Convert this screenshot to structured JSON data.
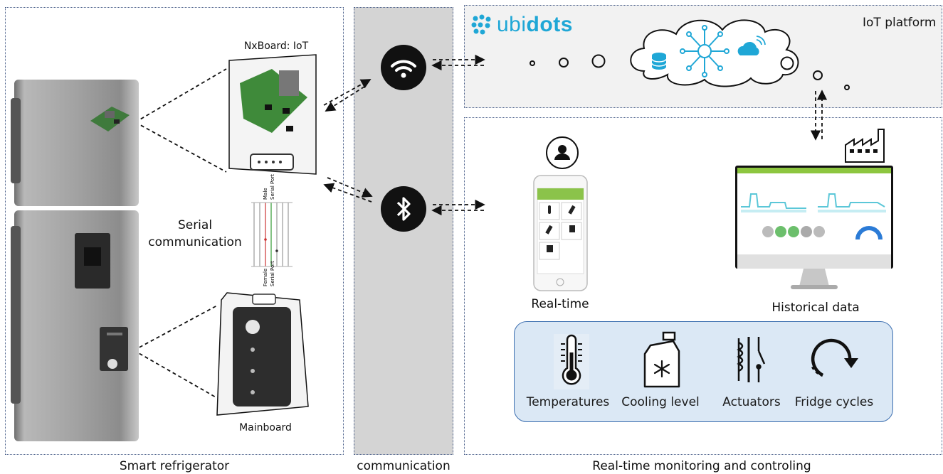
{
  "panels": {
    "smart_refrigerator": "Smart refrigerator",
    "communication": "communication",
    "monitoring": "Real-time monitoring and controling",
    "iot_platform": "IoT platform"
  },
  "brand": {
    "logo_text_light": "ubi",
    "logo_text_bold": "dots",
    "color": "#1fa7d6"
  },
  "labels": {
    "nxboard": "NxBoard: IoT",
    "serial": "Serial",
    "communication": "communication",
    "mainboard": "Mainboard",
    "realtime": "Real-time",
    "historical": "Historical data",
    "male_port": "Male\nSerial Port",
    "female_port": "Female\nSerial Port"
  },
  "categories": [
    {
      "label": "Temperatures",
      "icon": "thermometer-icon"
    },
    {
      "label": "Cooling level",
      "icon": "coolant-bottle-icon"
    },
    {
      "label": "Actuators",
      "icon": "relay-icon"
    },
    {
      "label": "Fridge cycles",
      "icon": "cycle-icon"
    }
  ],
  "colors": {
    "panel_border": "#4a5f8a",
    "comm_band": "#d4d4d4",
    "cloud_bg": "#f2f2f2",
    "category_box": "#dbe8f5",
    "category_border": "#3d6fb0",
    "cloud_icons": "#1fa7d6",
    "phone_green": "#8bc34a",
    "dashboard_green": "#8dc63f"
  }
}
